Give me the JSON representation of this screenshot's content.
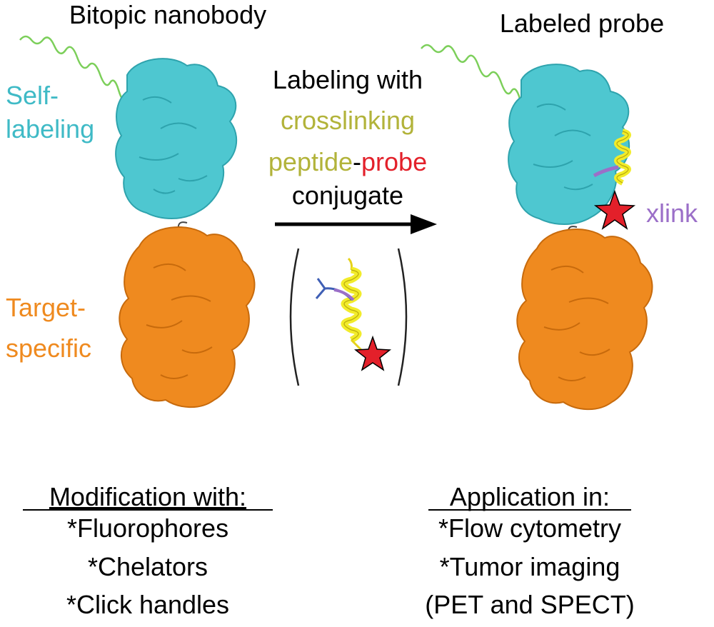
{
  "left_panel": {
    "title": "Bitopic nanobody",
    "domain_top_label": [
      "Self-",
      "labeling"
    ],
    "domain_bottom_label": [
      "Target-",
      "specific"
    ]
  },
  "reaction": {
    "line1": "Labeling with",
    "line2": "crosslinking",
    "line3_peptide": "peptide",
    "line3_dash": "-",
    "line3_probe": "probe",
    "line4": "conjugate"
  },
  "right_panel": {
    "title": "Labeled probe",
    "xlink_label": "xlink"
  },
  "modification": {
    "heading": "Modification with:",
    "items": [
      "*Fluorophores",
      "*Chelators",
      "*Click handles"
    ]
  },
  "application": {
    "heading": "Application in:",
    "items": [
      "*Flow cytometry",
      "*Tumor imaging",
      "(PET and SPECT)"
    ]
  },
  "colors": {
    "cyan": "#4ec7d0",
    "cyan_dark": "#2ea3ad",
    "orange": "#ef8a1f",
    "orange_dark": "#c76a0c",
    "yellow_text": "#b2b33a",
    "helix_yellow": "#f2ec2a",
    "red": "#e3202a",
    "purple": "#9b6fc8",
    "blue": "#3f5fb5",
    "green": "#7ccf5a"
  }
}
